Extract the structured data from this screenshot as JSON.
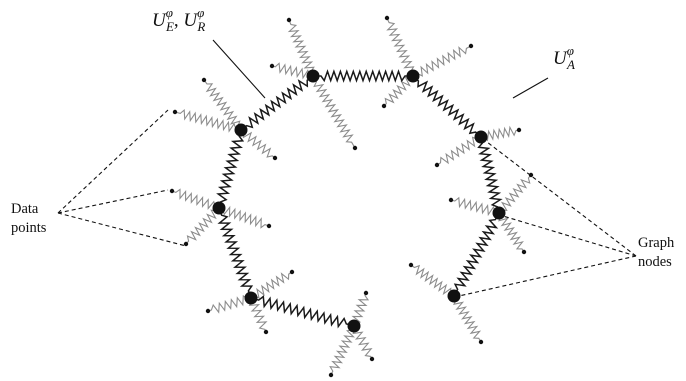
{
  "labels": {
    "energy_label": {
      "u1": "U",
      "phi1": "φ",
      "e": "E",
      "sep": ", ",
      "u2": "U",
      "phi2": "φ",
      "r": "R"
    },
    "area_label": {
      "u": "U",
      "phi": "φ",
      "a": "A"
    },
    "data_points": {
      "line1": "Data",
      "line2": "points"
    },
    "graph_nodes": {
      "line1": "Graph",
      "line2": "nodes"
    }
  },
  "colors": {
    "graph_spring": "#1a1a1a",
    "data_spring": "#8c8c8c",
    "node": "#111111",
    "leader": "#111111"
  }
}
